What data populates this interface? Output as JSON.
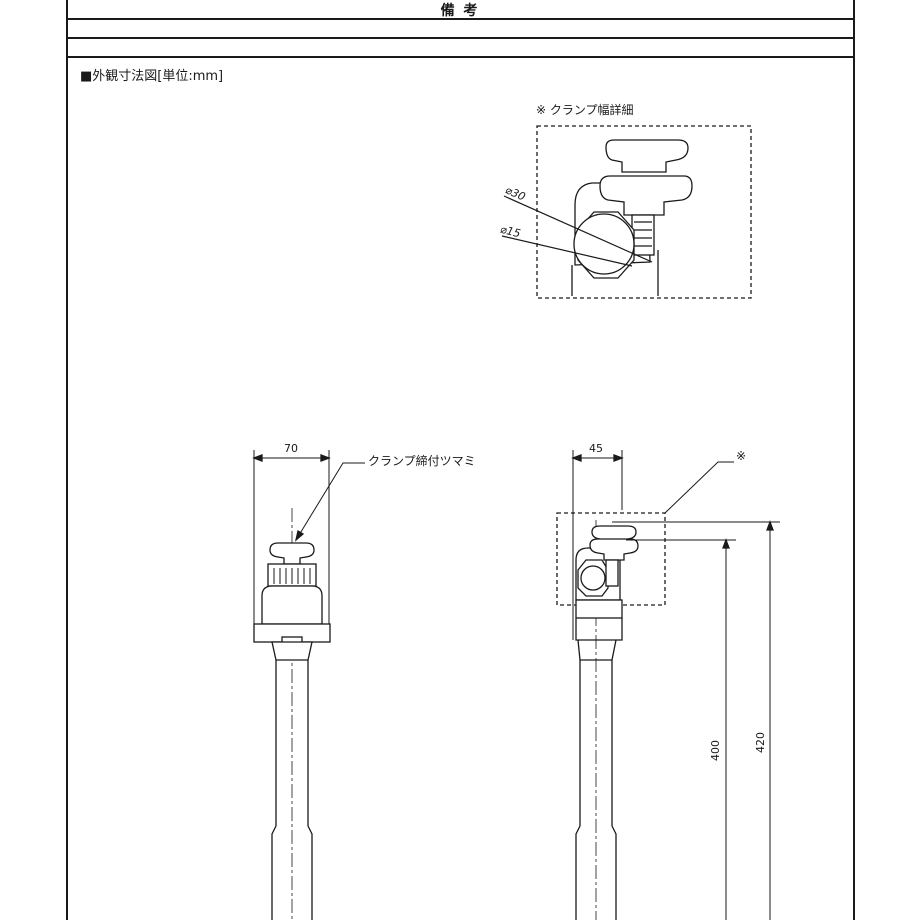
{
  "header": {
    "title": "備 考"
  },
  "section": {
    "title": "■外観寸法図[単位:mm]"
  },
  "detail": {
    "title": "※ クランプ幅詳細",
    "dia_outer": "⌀30",
    "dia_inner": "⌀15"
  },
  "front_view": {
    "width": "70",
    "knob_label": "クランプ締付ツマミ"
  },
  "side_view": {
    "width": "45",
    "ref_mark": "※",
    "height_inner": "400",
    "height_outer": "420"
  },
  "colors": {
    "line": "#1a1a1a",
    "background": "#ffffff"
  }
}
